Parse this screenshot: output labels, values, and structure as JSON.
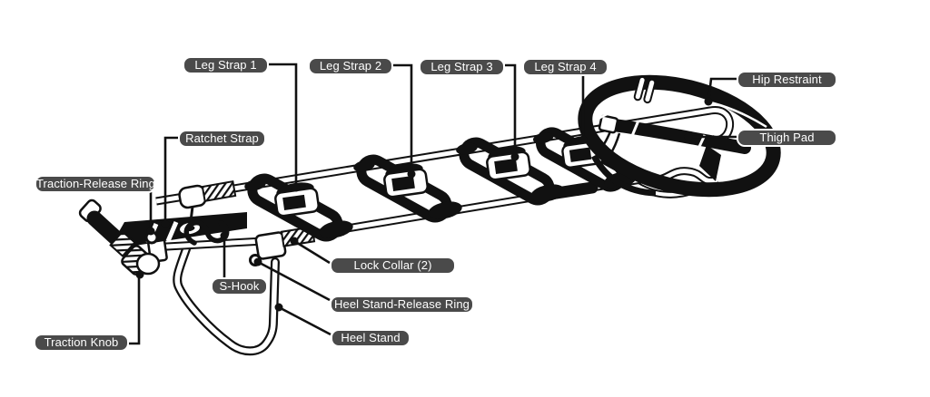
{
  "diagram": {
    "colors": {
      "label_bg": "#4a4a4a",
      "label_text": "#ffffff",
      "label_border": "#ffffff",
      "ink": "#111111",
      "paper": "#ffffff"
    },
    "labels": [
      {
        "id": "leg-strap-1",
        "text": "Leg Strap 1"
      },
      {
        "id": "leg-strap-2",
        "text": "Leg Strap 2"
      },
      {
        "id": "leg-strap-3",
        "text": "Leg Strap 3"
      },
      {
        "id": "leg-strap-4",
        "text": "Leg Strap 4"
      },
      {
        "id": "hip-restraint",
        "text": "Hip Restraint"
      },
      {
        "id": "thigh-pad",
        "text": "Thigh Pad"
      },
      {
        "id": "ratchet-strap",
        "text": "Ratchet Strap"
      },
      {
        "id": "traction-release-ring",
        "text": "Traction-Release Ring"
      },
      {
        "id": "lock-collar",
        "text": "Lock Collar (2)"
      },
      {
        "id": "s-hook",
        "text": "S-Hook"
      },
      {
        "id": "heel-stand-release-ring",
        "text": "Heel Stand-Release Ring"
      },
      {
        "id": "heel-stand",
        "text": "Heel Stand"
      },
      {
        "id": "traction-knob",
        "text": "Traction Knob"
      }
    ]
  }
}
